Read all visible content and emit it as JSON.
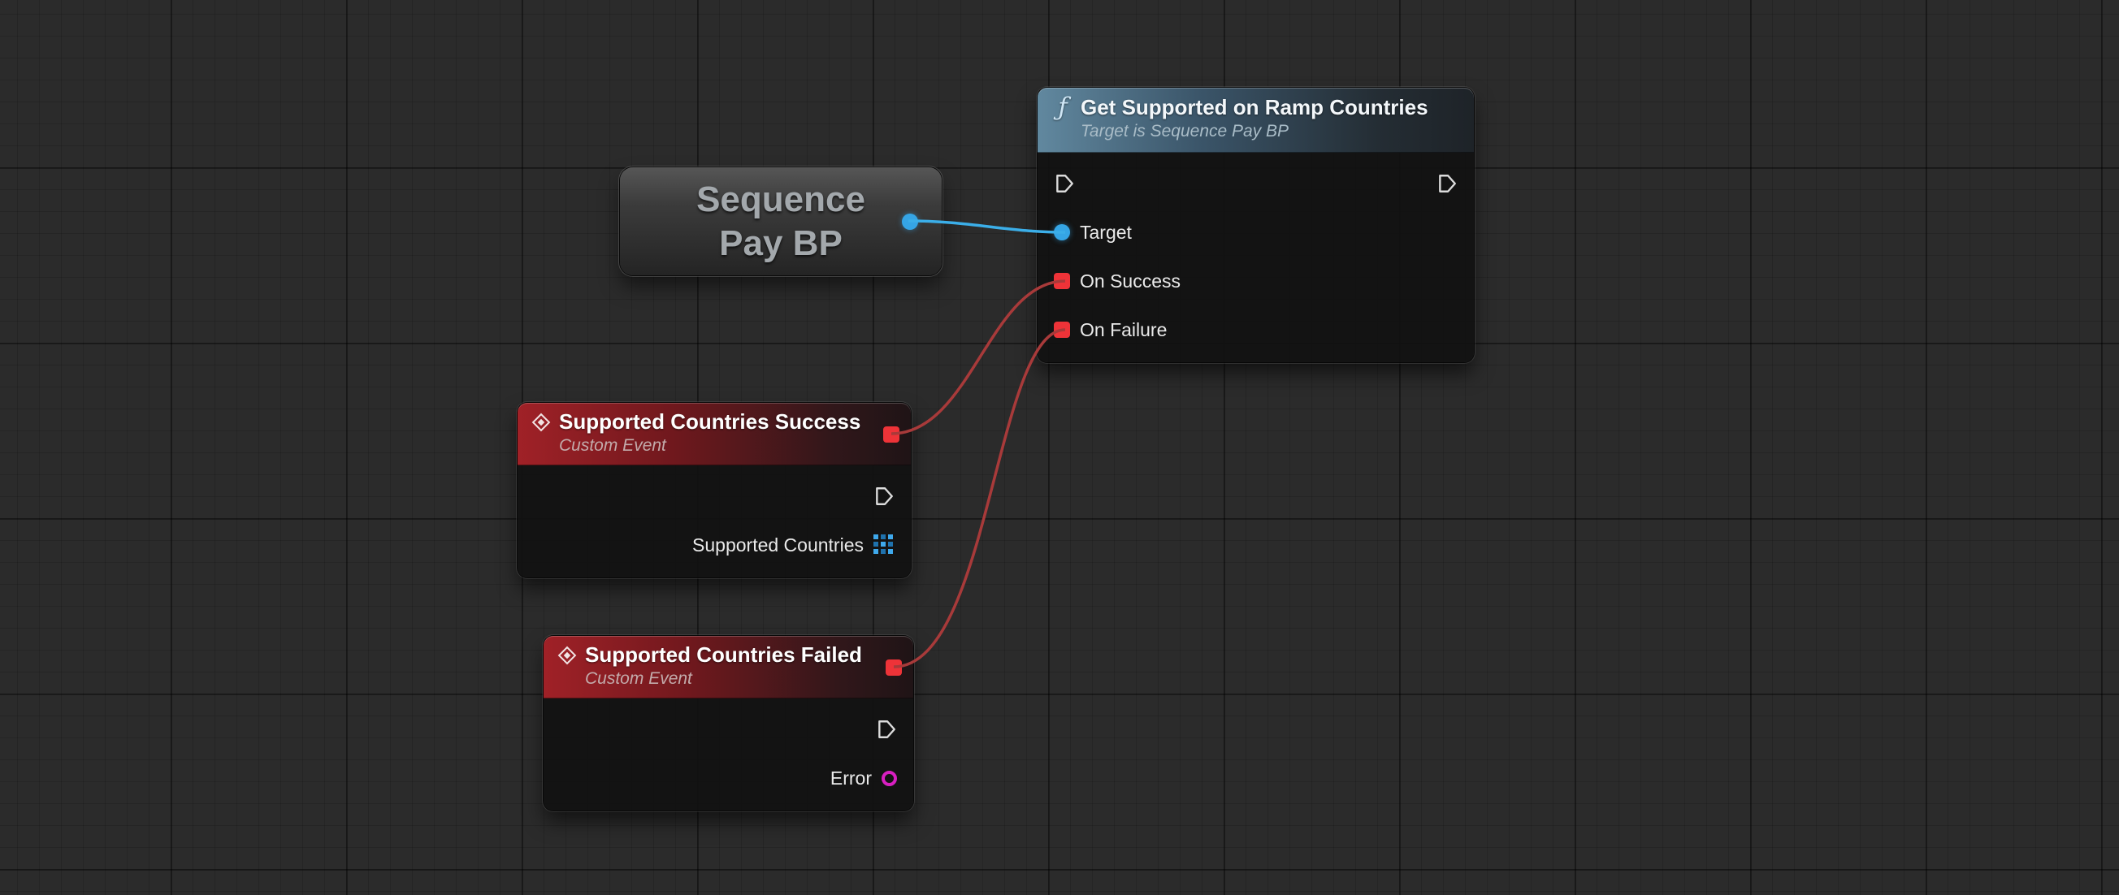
{
  "graph": {
    "background_color": "#2b2b2b",
    "grid_minor_color": "#262626",
    "grid_major_color": "#1d1d1d"
  },
  "colors": {
    "exec_pin": "#dcdcdc",
    "object_pin_blue": "#35a5e5",
    "delegate_pin_red": "#ee3338",
    "string_pin_magenta": "#d81fc1",
    "wire_blue": "#3baee8",
    "wire_red": "#a83a3a",
    "function_header_accent": "#61889f",
    "event_header_accent": "#a02127"
  },
  "nodes": {
    "sequence_pay_bp": {
      "title_line1": "Sequence",
      "title_line2": "Pay BP"
    },
    "get_supported_on_ramp_countries": {
      "icon": "ƒ",
      "title": "Get Supported on Ramp Countries",
      "subtitle": "Target is Sequence Pay BP",
      "pins": {
        "target": "Target",
        "on_success": "On Success",
        "on_failure": "On Failure"
      }
    },
    "supported_countries_success": {
      "title": "Supported Countries Success",
      "subtitle": "Custom Event",
      "pins": {
        "supported_countries": "Supported Countries"
      }
    },
    "supported_countries_failed": {
      "title": "Supported Countries Failed",
      "subtitle": "Custom Event",
      "pins": {
        "error": "Error"
      }
    }
  }
}
